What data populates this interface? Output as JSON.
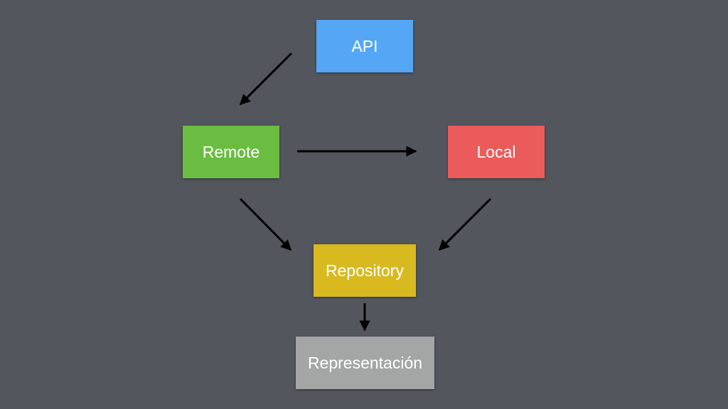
{
  "diagram": {
    "nodes": {
      "api": {
        "label": "API",
        "color": "#55a7f5"
      },
      "remote": {
        "label": "Remote",
        "color": "#6bbd41"
      },
      "local": {
        "label": "Local",
        "color": "#eb5b5b"
      },
      "repository": {
        "label": "Repository",
        "color": "#d8b920"
      },
      "representacion": {
        "label": "Representación",
        "color": "#a4a5a5"
      }
    },
    "edges": [
      {
        "from": "api",
        "to": "remote"
      },
      {
        "from": "remote",
        "to": "local"
      },
      {
        "from": "remote",
        "to": "repository"
      },
      {
        "from": "local",
        "to": "repository"
      },
      {
        "from": "repository",
        "to": "representacion"
      }
    ],
    "colors": {
      "background": "#53565d",
      "arrow": "#000000"
    }
  }
}
